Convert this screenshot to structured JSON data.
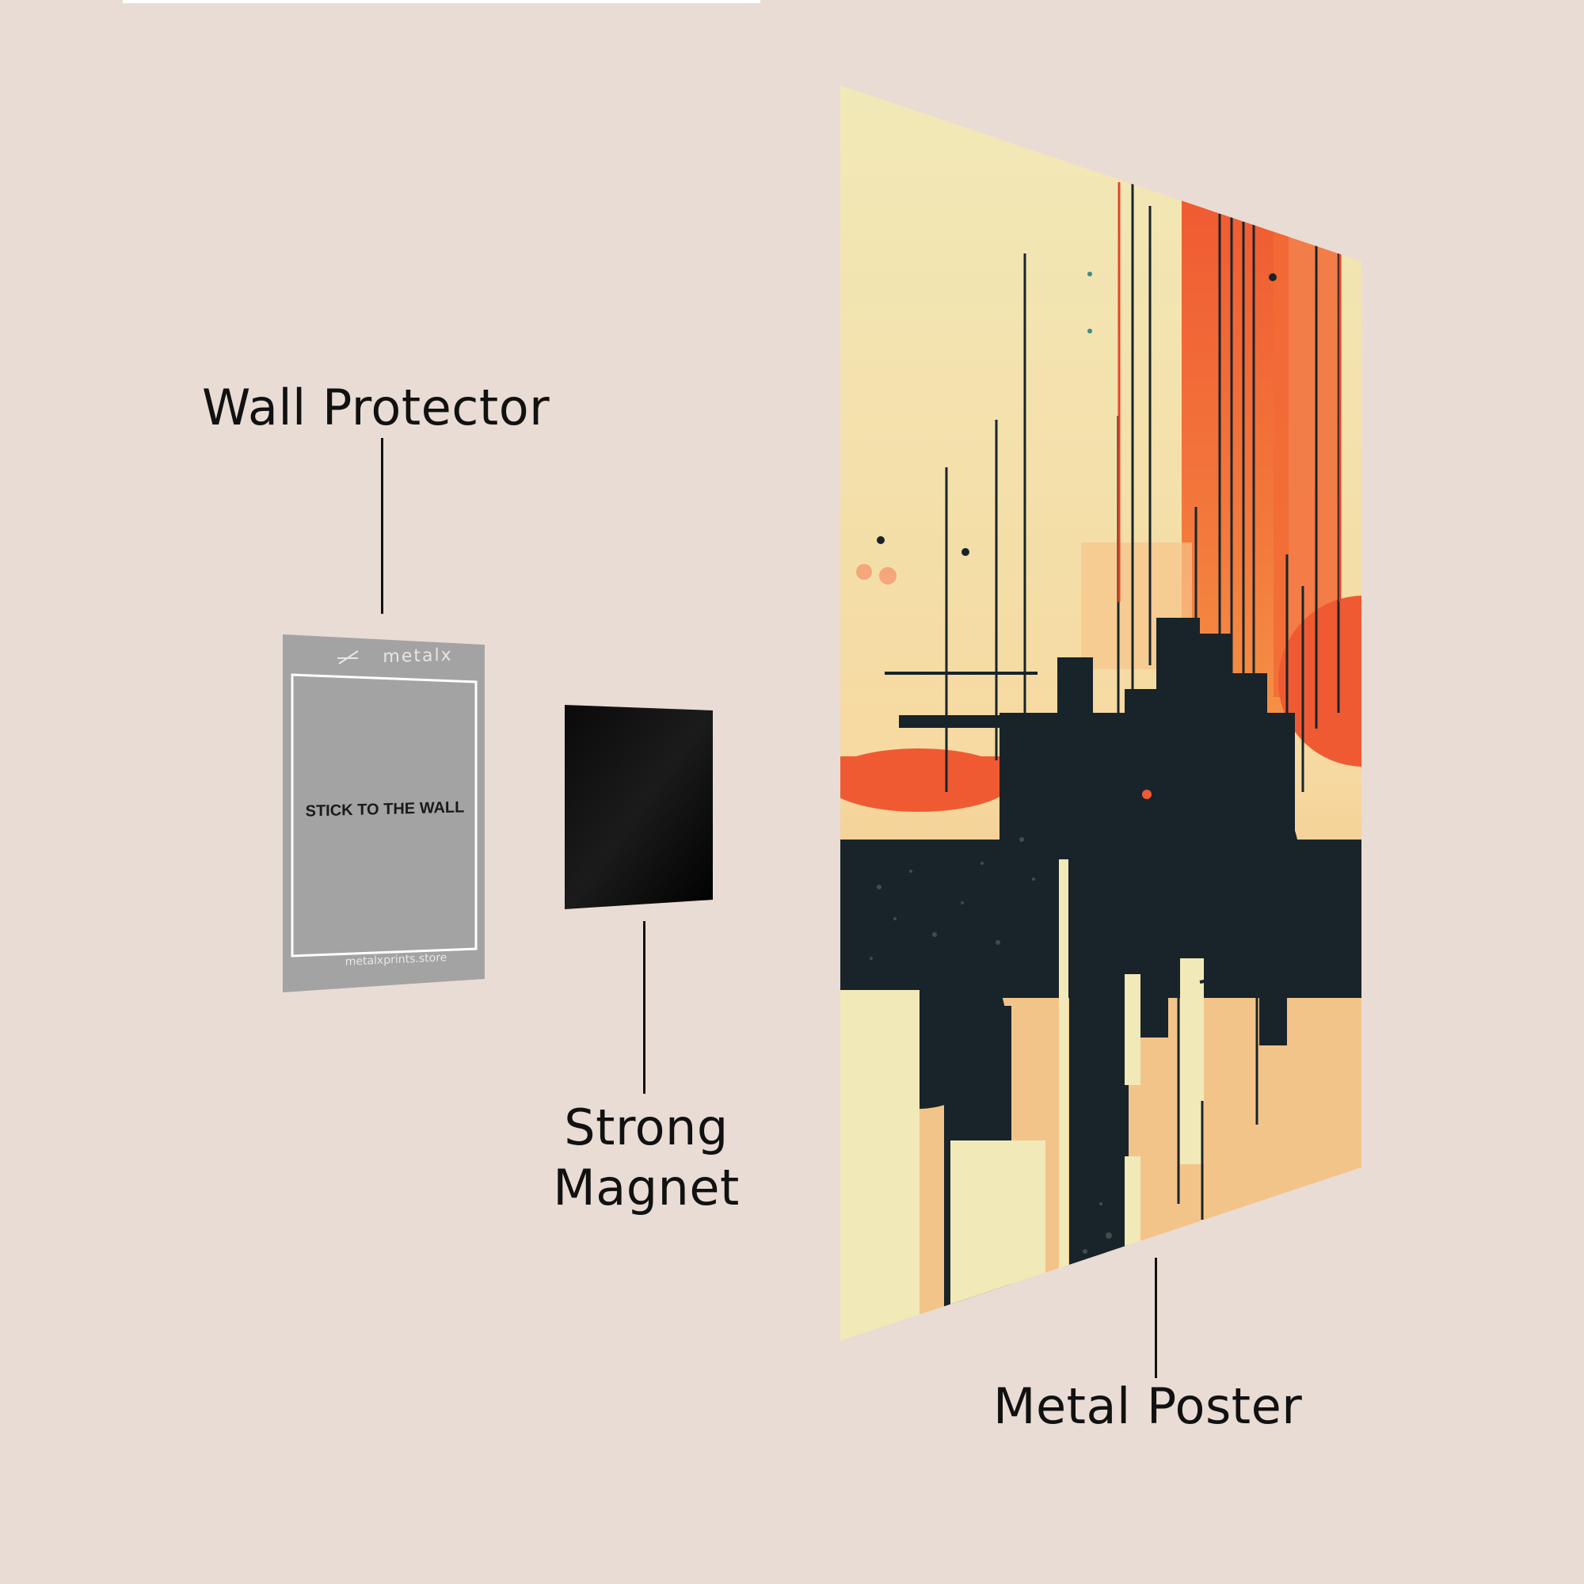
{
  "labels": {
    "wall_protector": "Wall Protector",
    "strong_magnet_line1": "Strong",
    "strong_magnet_line2": "Magnet",
    "metal_poster": "Metal Poster"
  },
  "wall_protector_card": {
    "brand": "metalx",
    "instruction": "STICK TO THE WALL",
    "website": "metalxprints.store"
  },
  "colors": {
    "background": "#e9dcd4",
    "protector_gray": "#a3a3a3",
    "magnet_black": "#000000",
    "poster_cream": "#f1e9b8",
    "poster_orange": "#f05a32",
    "poster_navy": "#18242a"
  },
  "icons": {
    "brand_mark": "metalx-logo-icon"
  }
}
